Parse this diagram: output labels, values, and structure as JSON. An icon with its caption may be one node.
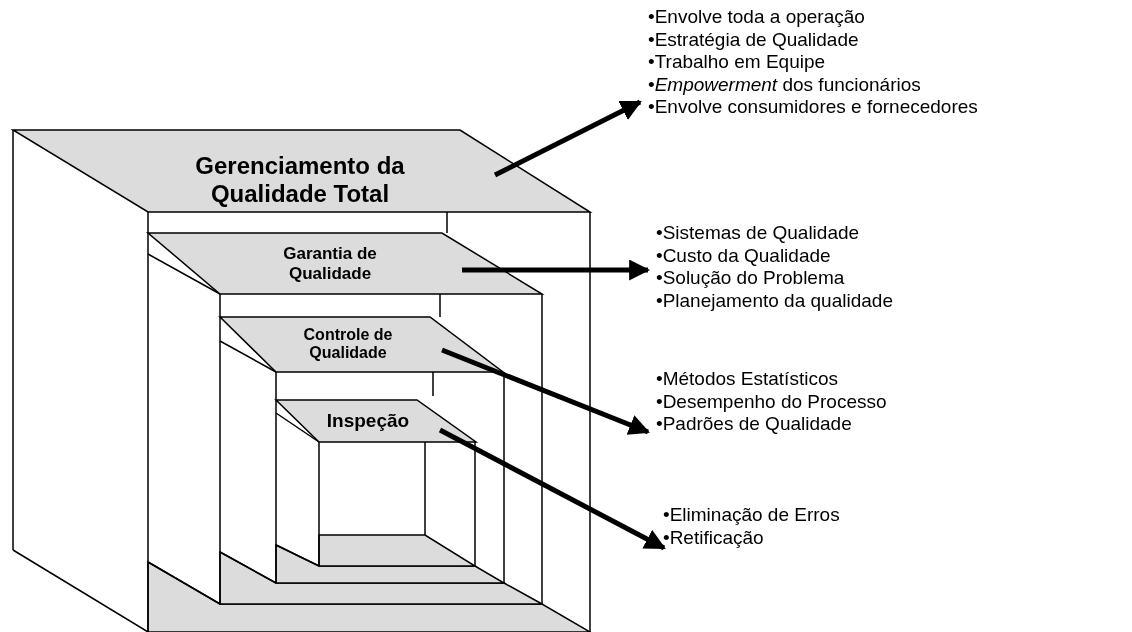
{
  "diagram": {
    "nodes": [
      {
        "text": [
          "Gerenciamento da Qualidade Total"
        ]
      },
      {
        "text": [
          "Garantia de Qualidade"
        ]
      },
      {
        "text": [
          "Controle de Qualidade"
        ]
      },
      {
        "text": [
          "Inspeção"
        ]
      },
      {
        "text": [
          "•Envolve toda a operação",
          "•Estratégia de Qualidade",
          "•Trabalho em Equipe",
          "•*Empowerment* dos funcionários",
          "•Envolve consumidores e fornecedores"
        ]
      },
      {
        "text": [
          "•Sistemas de Qualidade",
          "•Custo da Qualidade",
          "•Solução do Problema",
          "•Planejamento da qualidade"
        ]
      },
      {
        "text": [
          "•Métodos Estatísticos",
          "•Desempenho do Processo",
          "•Padrões de Qualidade"
        ]
      },
      {
        "text": [
          "•Eliminação de Erros",
          "•Retificação"
        ]
      }
    ],
    "edges": [
      {
        "from": 0,
        "to": 4,
        "arrow": "to"
      },
      {
        "from": 1,
        "to": 5,
        "arrow": "to"
      },
      {
        "from": 2,
        "to": 6,
        "arrow": "to"
      },
      {
        "from": 3,
        "to": 7,
        "arrow": "to"
      }
    ]
  }
}
